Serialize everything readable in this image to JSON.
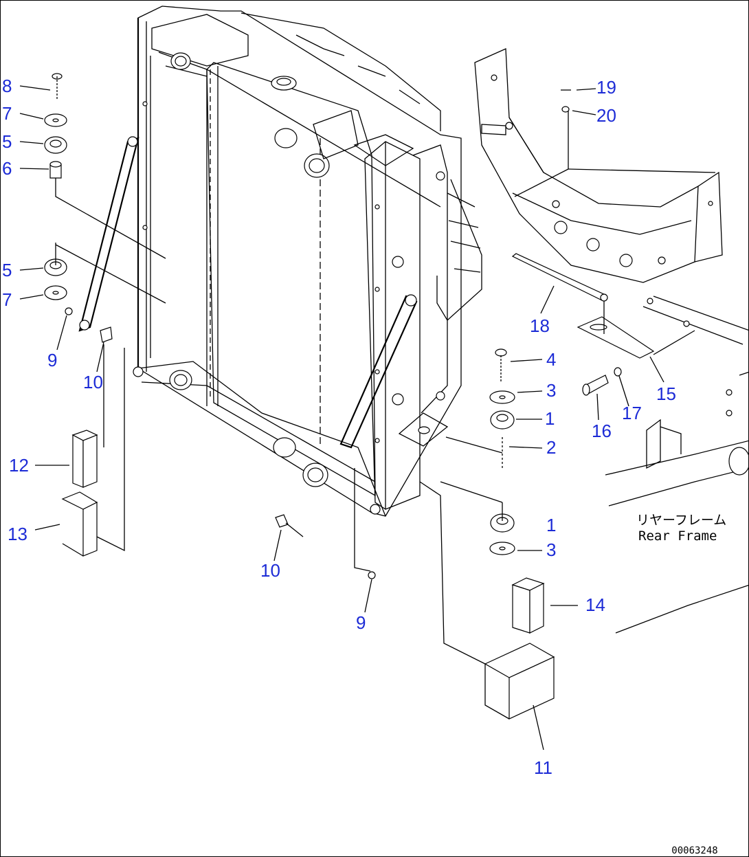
{
  "callouts": [
    {
      "id": "c8",
      "label": "8"
    },
    {
      "id": "c7a",
      "label": "7"
    },
    {
      "id": "c5a",
      "label": "5"
    },
    {
      "id": "c6",
      "label": "6"
    },
    {
      "id": "c5b",
      "label": "5"
    },
    {
      "id": "c7b",
      "label": "7"
    },
    {
      "id": "c9a",
      "label": "9"
    },
    {
      "id": "c10a",
      "label": "10"
    },
    {
      "id": "c12",
      "label": "12"
    },
    {
      "id": "c13",
      "label": "13"
    },
    {
      "id": "c10b",
      "label": "10"
    },
    {
      "id": "c9b",
      "label": "9"
    },
    {
      "id": "c19",
      "label": "19"
    },
    {
      "id": "c20",
      "label": "20"
    },
    {
      "id": "c18",
      "label": "18"
    },
    {
      "id": "c4",
      "label": "4"
    },
    {
      "id": "c3a",
      "label": "3"
    },
    {
      "id": "c1a",
      "label": "1"
    },
    {
      "id": "c2",
      "label": "2"
    },
    {
      "id": "c16",
      "label": "16"
    },
    {
      "id": "c17",
      "label": "17"
    },
    {
      "id": "c15",
      "label": "15"
    },
    {
      "id": "c1b",
      "label": "1"
    },
    {
      "id": "c3b",
      "label": "3"
    },
    {
      "id": "c14",
      "label": "14"
    },
    {
      "id": "c11",
      "label": "11"
    }
  ],
  "frame_note": {
    "jp": "リヤーフレーム",
    "en": "Rear Frame"
  },
  "drawing_code": "00063248",
  "colors": {
    "callout": "#1c2bd6",
    "line": "#000000",
    "background": "#ffffff"
  }
}
